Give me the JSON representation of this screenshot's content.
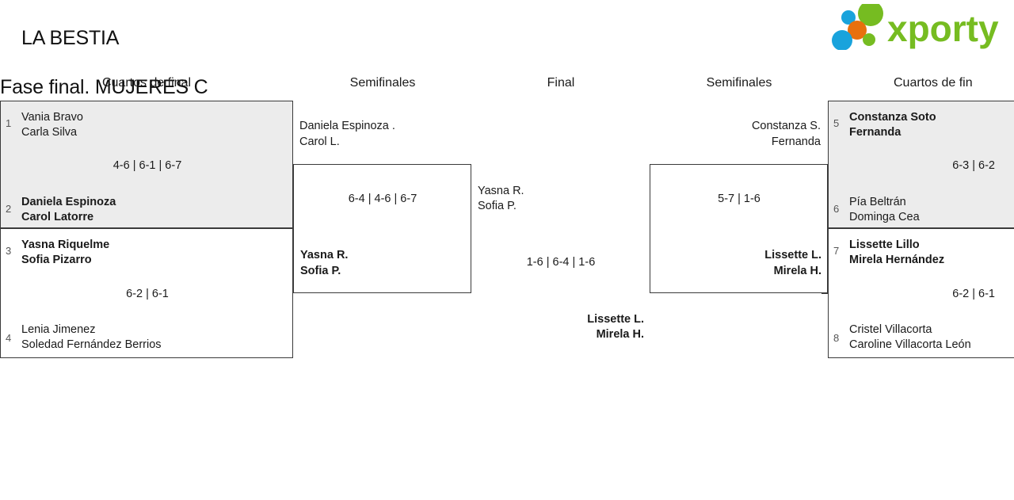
{
  "header": {
    "title_line1": "LA BESTIA",
    "title_line2": "Fase final. MUJERES C",
    "logo_text": "xporty",
    "logo_colors": {
      "green": "#76bc21",
      "blue": "#19a3dc",
      "orange": "#e8700d"
    }
  },
  "rounds": [
    {
      "label": "Cuartos de final"
    },
    {
      "label": "Semifinales"
    },
    {
      "label": "Final"
    },
    {
      "label": "Semifinales"
    },
    {
      "label": "Cuartos de fin"
    }
  ],
  "bracket": {
    "left_quarterfinals": [
      {
        "shaded": true,
        "top_seed": "1",
        "top_player1": "Vania Bravo",
        "top_player2": "Carla Silva",
        "top_winner": false,
        "score": "4-6 | 6-1 | 6-7",
        "bottom_seed": "2",
        "bottom_player1": "Daniela Espinoza",
        "bottom_player2": "Carol Latorre",
        "bottom_winner": true
      },
      {
        "shaded": false,
        "top_seed": "3",
        "top_player1": "Yasna Riquelme",
        "top_player2": "Sofia Pizarro",
        "top_winner": true,
        "score": "6-2 | 6-1",
        "bottom_seed": "4",
        "bottom_player1": "Lenia Jimenez",
        "bottom_player2": "Soledad Fernández Berrios",
        "bottom_winner": false
      }
    ],
    "left_semifinal": {
      "top_player1": "Daniela Espinoza .",
      "top_player2": "Carol L.",
      "top_winner": false,
      "score": "6-4 | 4-6 | 6-7",
      "bottom_player1": "Yasna R.",
      "bottom_player2": "Sofia P.",
      "bottom_winner": true
    },
    "final": {
      "top_player1": "Yasna R.",
      "top_player2": "Sofia P.",
      "top_winner": false,
      "score": "1-6 | 6-4 | 1-6",
      "bottom_player1": "Lissette L.",
      "bottom_player2": "Mirela H.",
      "bottom_winner": true
    },
    "right_semifinal": {
      "top_player1": "Constanza S.",
      "top_player2": "Fernanda",
      "top_winner": false,
      "score": "5-7 | 1-6",
      "bottom_player1": "Lissette L.",
      "bottom_player2": "Mirela H.",
      "bottom_winner": true
    },
    "right_quarterfinals": [
      {
        "shaded": true,
        "top_seed": "5",
        "top_player1": "Constanza Soto",
        "top_player2": "Fernanda",
        "top_winner": true,
        "score": "6-3 | 6-2",
        "bottom_seed": "6",
        "bottom_player1": "Pía Beltrán",
        "bottom_player2": "Dominga Cea",
        "bottom_winner": false
      },
      {
        "shaded": false,
        "top_seed": "7",
        "top_player1": "Lissette Lillo",
        "top_player2": "Mirela Hernández",
        "top_winner": true,
        "score": "6-2 | 6-1",
        "bottom_seed": "8",
        "bottom_player1": "Cristel Villacorta",
        "bottom_player2": "Caroline Villacorta León",
        "bottom_winner": false
      }
    ]
  }
}
